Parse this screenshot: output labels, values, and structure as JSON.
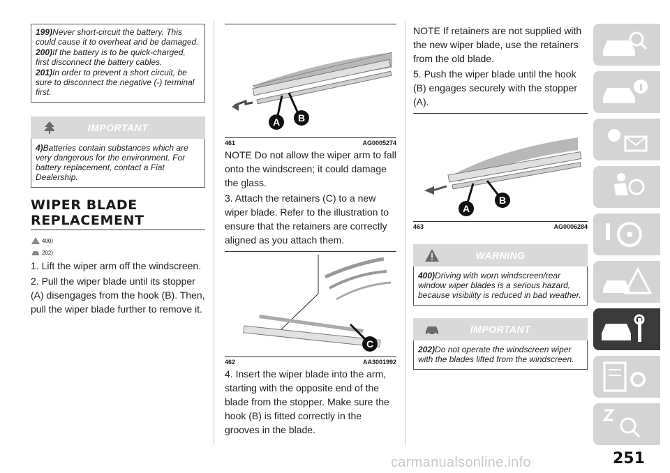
{
  "col1": {
    "top_notes": [
      {
        "num": "199)",
        "text": "Never short-circuit the battery. This could cause it to overheat and be damaged."
      },
      {
        "num": "200)",
        "text": "If the battery is to be quick-charged, first disconnect the battery cables."
      },
      {
        "num": "201)",
        "text": "In order to prevent a short circuit, be sure to disconnect the negative (-) terminal first."
      }
    ],
    "important_title": "IMPORTANT",
    "important_note": {
      "num": "4)",
      "text": "Batteries contain substances which are very dangerous for the environment. For battery replacement, contact a Fiat Dealership."
    },
    "section_title_1": "WIPER BLADE",
    "section_title_2": "REPLACEMENT",
    "refs": [
      "400)",
      "202)"
    ],
    "steps": [
      "1. Lift the wiper arm off the windscreen.",
      "2. Pull the wiper blade until its stopper (A) disengages from the hook (B). Then, pull the wiper blade further to remove it."
    ]
  },
  "col2": {
    "fig1": {
      "number": "461",
      "code": "AG0005274",
      "label_a": "A",
      "label_b": "B"
    },
    "paras": [
      "NOTE Do not allow the wiper arm to fall onto the windscreen; it could damage the glass.",
      "3. Attach the retainers (C) to a new wiper blade. Refer to the illustration to ensure that the retainers are correctly aligned as you attach them."
    ],
    "fig2": {
      "number": "462",
      "code": "AA3001992",
      "label_c": "C"
    },
    "para_after": "4. Insert the wiper blade into the arm, starting with the opposite end of the blade from the stopper. Make sure the hook (B) is fitted correctly in the grooves in the blade."
  },
  "col3": {
    "paras": [
      "NOTE If retainers are not supplied with the new wiper blade, use the retainers from the old blade.",
      "5. Push the wiper blade until the hook (B) engages securely with the stopper (A)."
    ],
    "fig3": {
      "number": "463",
      "code": "AG0006284",
      "label_a": "A",
      "label_b": "B"
    },
    "warning_title": "WARNING",
    "warning_note": {
      "num": "400)",
      "text": "Driving with worn windscreen/rear window wiper blades is a serious hazard, because visibility is reduced in bad weather."
    },
    "important_title": "IMPORTANT",
    "important_note": {
      "num": "202)",
      "text": "Do not operate the windscreen wiper with the blades lifted from the windscreen."
    }
  },
  "page_number": "251",
  "watermark": "carmanualsonline.info",
  "colors": {
    "banner": "#d9d9d9",
    "tab": "#d4d4d4",
    "tab_active": "#3a3a3a"
  }
}
